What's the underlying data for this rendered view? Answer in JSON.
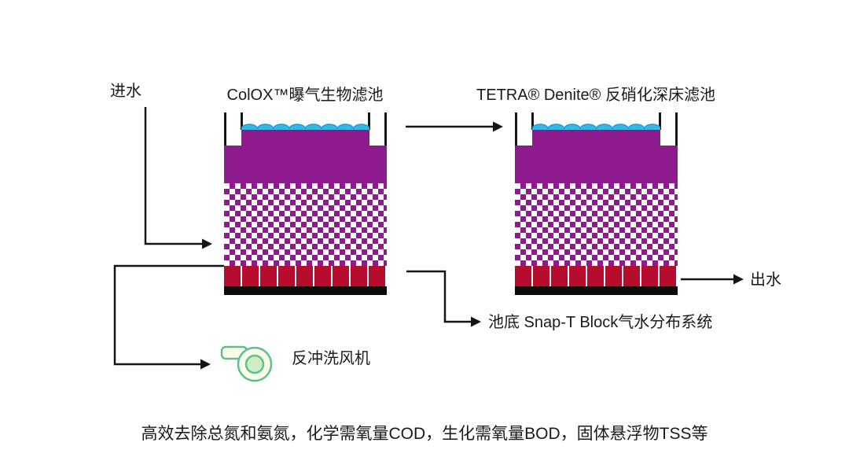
{
  "labels": {
    "inlet": "进水",
    "outlet": "出水",
    "blower": "反冲洗风机",
    "distribution": "池底 Snap-T Block气水分布系统"
  },
  "tanks": [
    {
      "title": "ColOX™曝气生物滤池"
    },
    {
      "title": "TETRA® Denite® 反硝化深床滤池"
    }
  ],
  "caption": "高效去除总氮和氨氮，化学需氧量COD，生化需氧量BOD，固体悬浮物TSS等",
  "icons": {
    "blower": "blower-fan-icon",
    "water_surface": "water-wave-icon"
  },
  "colors": {
    "purple": "#8E1B8E",
    "red": "#B60D2E",
    "water": "#35B8E8",
    "water-edge": "#14A2D8",
    "line": "#151515",
    "blower-stroke": "#5FC08E",
    "blower-body": "#FBFBEA",
    "blower-inner": "#D2ECC4"
  }
}
